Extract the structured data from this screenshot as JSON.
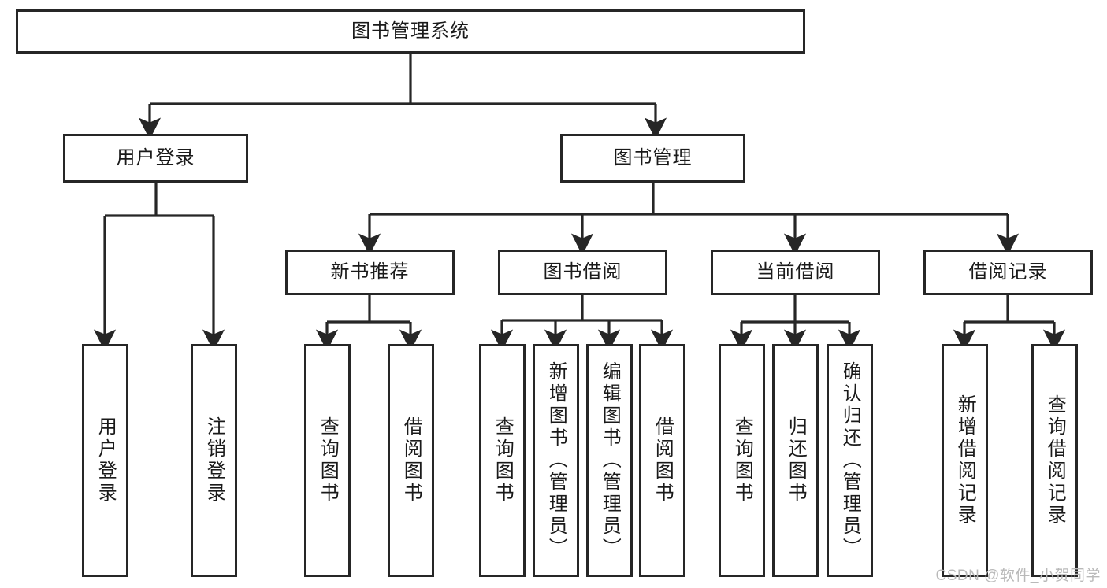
{
  "diagram": {
    "title": "图书管理系统",
    "type": "tree-hierarchy-chart",
    "watermark": "CSDN @软件_小贺同学",
    "stroke_color": "#262626",
    "fill_color": "#ffffff",
    "text_color": "#1a1a1a",
    "watermark_color": "#b9b9b9"
  },
  "nodes": {
    "root": {
      "label": "图书管理系统",
      "level": 1
    },
    "l2": [
      {
        "id": "user-login",
        "label": "用户登录",
        "level": 2
      },
      {
        "id": "book-manage",
        "label": "图书管理",
        "level": 2
      }
    ],
    "l3": [
      {
        "id": "new-book-recommend",
        "label": "新书推荐",
        "level": 3
      },
      {
        "id": "book-borrow",
        "label": "图书借阅",
        "level": 3
      },
      {
        "id": "current-borrow",
        "label": "当前借阅",
        "level": 3
      },
      {
        "id": "borrow-record",
        "label": "借阅记录",
        "level": 3
      }
    ],
    "leaves": [
      {
        "id": "leaf-user-login",
        "label": "用户登录",
        "parent": "user-login"
      },
      {
        "id": "leaf-user-logout",
        "label": "注销登录",
        "parent": "user-login"
      },
      {
        "id": "leaf-query-book-1",
        "label": "查询图书",
        "parent": "new-book-recommend"
      },
      {
        "id": "leaf-borrow-book-1",
        "label": "借阅图书",
        "parent": "new-book-recommend"
      },
      {
        "id": "leaf-query-book-2",
        "label": "查询图书",
        "parent": "book-borrow"
      },
      {
        "id": "leaf-add-book",
        "label": "新增图书（管理员）",
        "parent": "book-borrow"
      },
      {
        "id": "leaf-edit-book",
        "label": "编辑图书（管理员）",
        "parent": "book-borrow"
      },
      {
        "id": "leaf-borrow-book-2",
        "label": "借阅图书",
        "parent": "book-borrow"
      },
      {
        "id": "leaf-query-book-3",
        "label": "查询图书",
        "parent": "current-borrow"
      },
      {
        "id": "leaf-return-book",
        "label": "归还图书",
        "parent": "current-borrow"
      },
      {
        "id": "leaf-confirm-return",
        "label": "确认归还（管理员）",
        "parent": "current-borrow"
      },
      {
        "id": "leaf-add-record",
        "label": "新增借阅记录",
        "parent": "borrow-record"
      },
      {
        "id": "leaf-query-record",
        "label": "查询借阅记录",
        "parent": "borrow-record"
      }
    ]
  }
}
